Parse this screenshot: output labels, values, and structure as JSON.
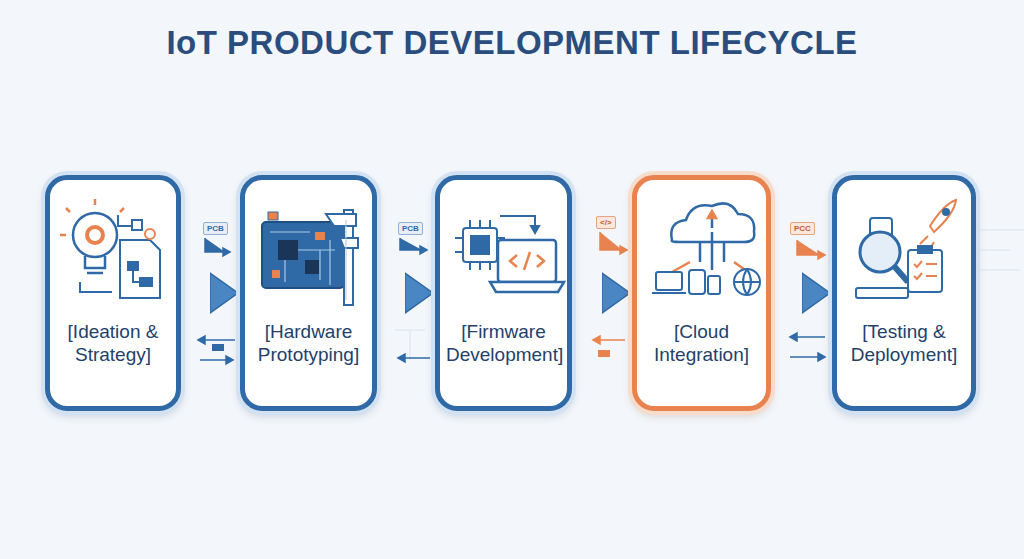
{
  "diagram": {
    "title": "IoT PRODUCT DEVELOPMENT LIFECYCLE",
    "nodes": [
      {
        "text": [
          "[Ideation & Strategy]"
        ]
      },
      {
        "text": [
          "[Hardware Prototyping]"
        ]
      },
      {
        "text": [
          "[Firmware Development]"
        ]
      },
      {
        "text": [
          "[Cloud Integration]"
        ]
      },
      {
        "text": [
          "[Testing & Deployment]"
        ]
      }
    ],
    "edges": [
      {
        "from": 0,
        "to": 1,
        "arrow": "to"
      },
      {
        "from": 1,
        "to": 2,
        "arrow": "to"
      },
      {
        "from": 2,
        "to": 3,
        "arrow": "to"
      },
      {
        "from": 3,
        "to": 4,
        "arrow": "to"
      }
    ],
    "labels": [
      "PCB",
      "PCB",
      "</>",
      "PCC"
    ]
  }
}
